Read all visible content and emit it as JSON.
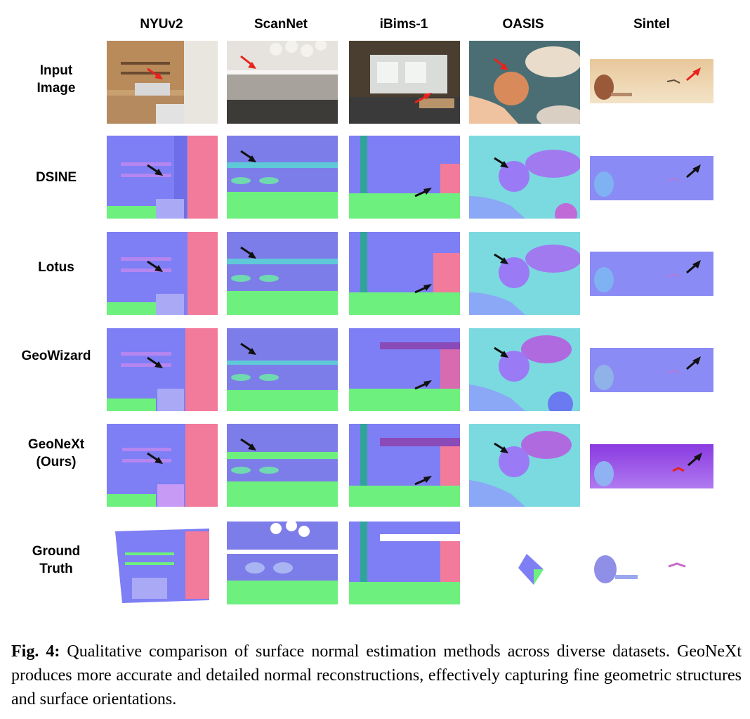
{
  "columns": [
    "NYUv2",
    "ScanNet",
    "iBims-1",
    "OASIS",
    "Sintel"
  ],
  "rows": [
    {
      "label": "Input\nImage"
    },
    {
      "label": "DSINE"
    },
    {
      "label": "Lotus"
    },
    {
      "label": "GeoWizard"
    },
    {
      "label": "GeoNeXt\n(Ours)"
    },
    {
      "label": "Ground\nTruth"
    }
  ],
  "caption": {
    "label": "Fig. 4:",
    "text": "Qualitative comparison of surface normal estimation methods across diverse datasets. GeoNeXt produces more accurate and detailed normal reconstructions, effectively capturing fine geometric structures and surface orientations."
  },
  "colors": {
    "normal_blue": "#7e7ef5",
    "normal_green": "#6ef07e",
    "normal_pink": "#f27a9a",
    "normal_violet": "#a77af0",
    "normal_teal": "#2fa59a",
    "arrow_red": "#e8231d",
    "arrow_black": "#111111"
  }
}
